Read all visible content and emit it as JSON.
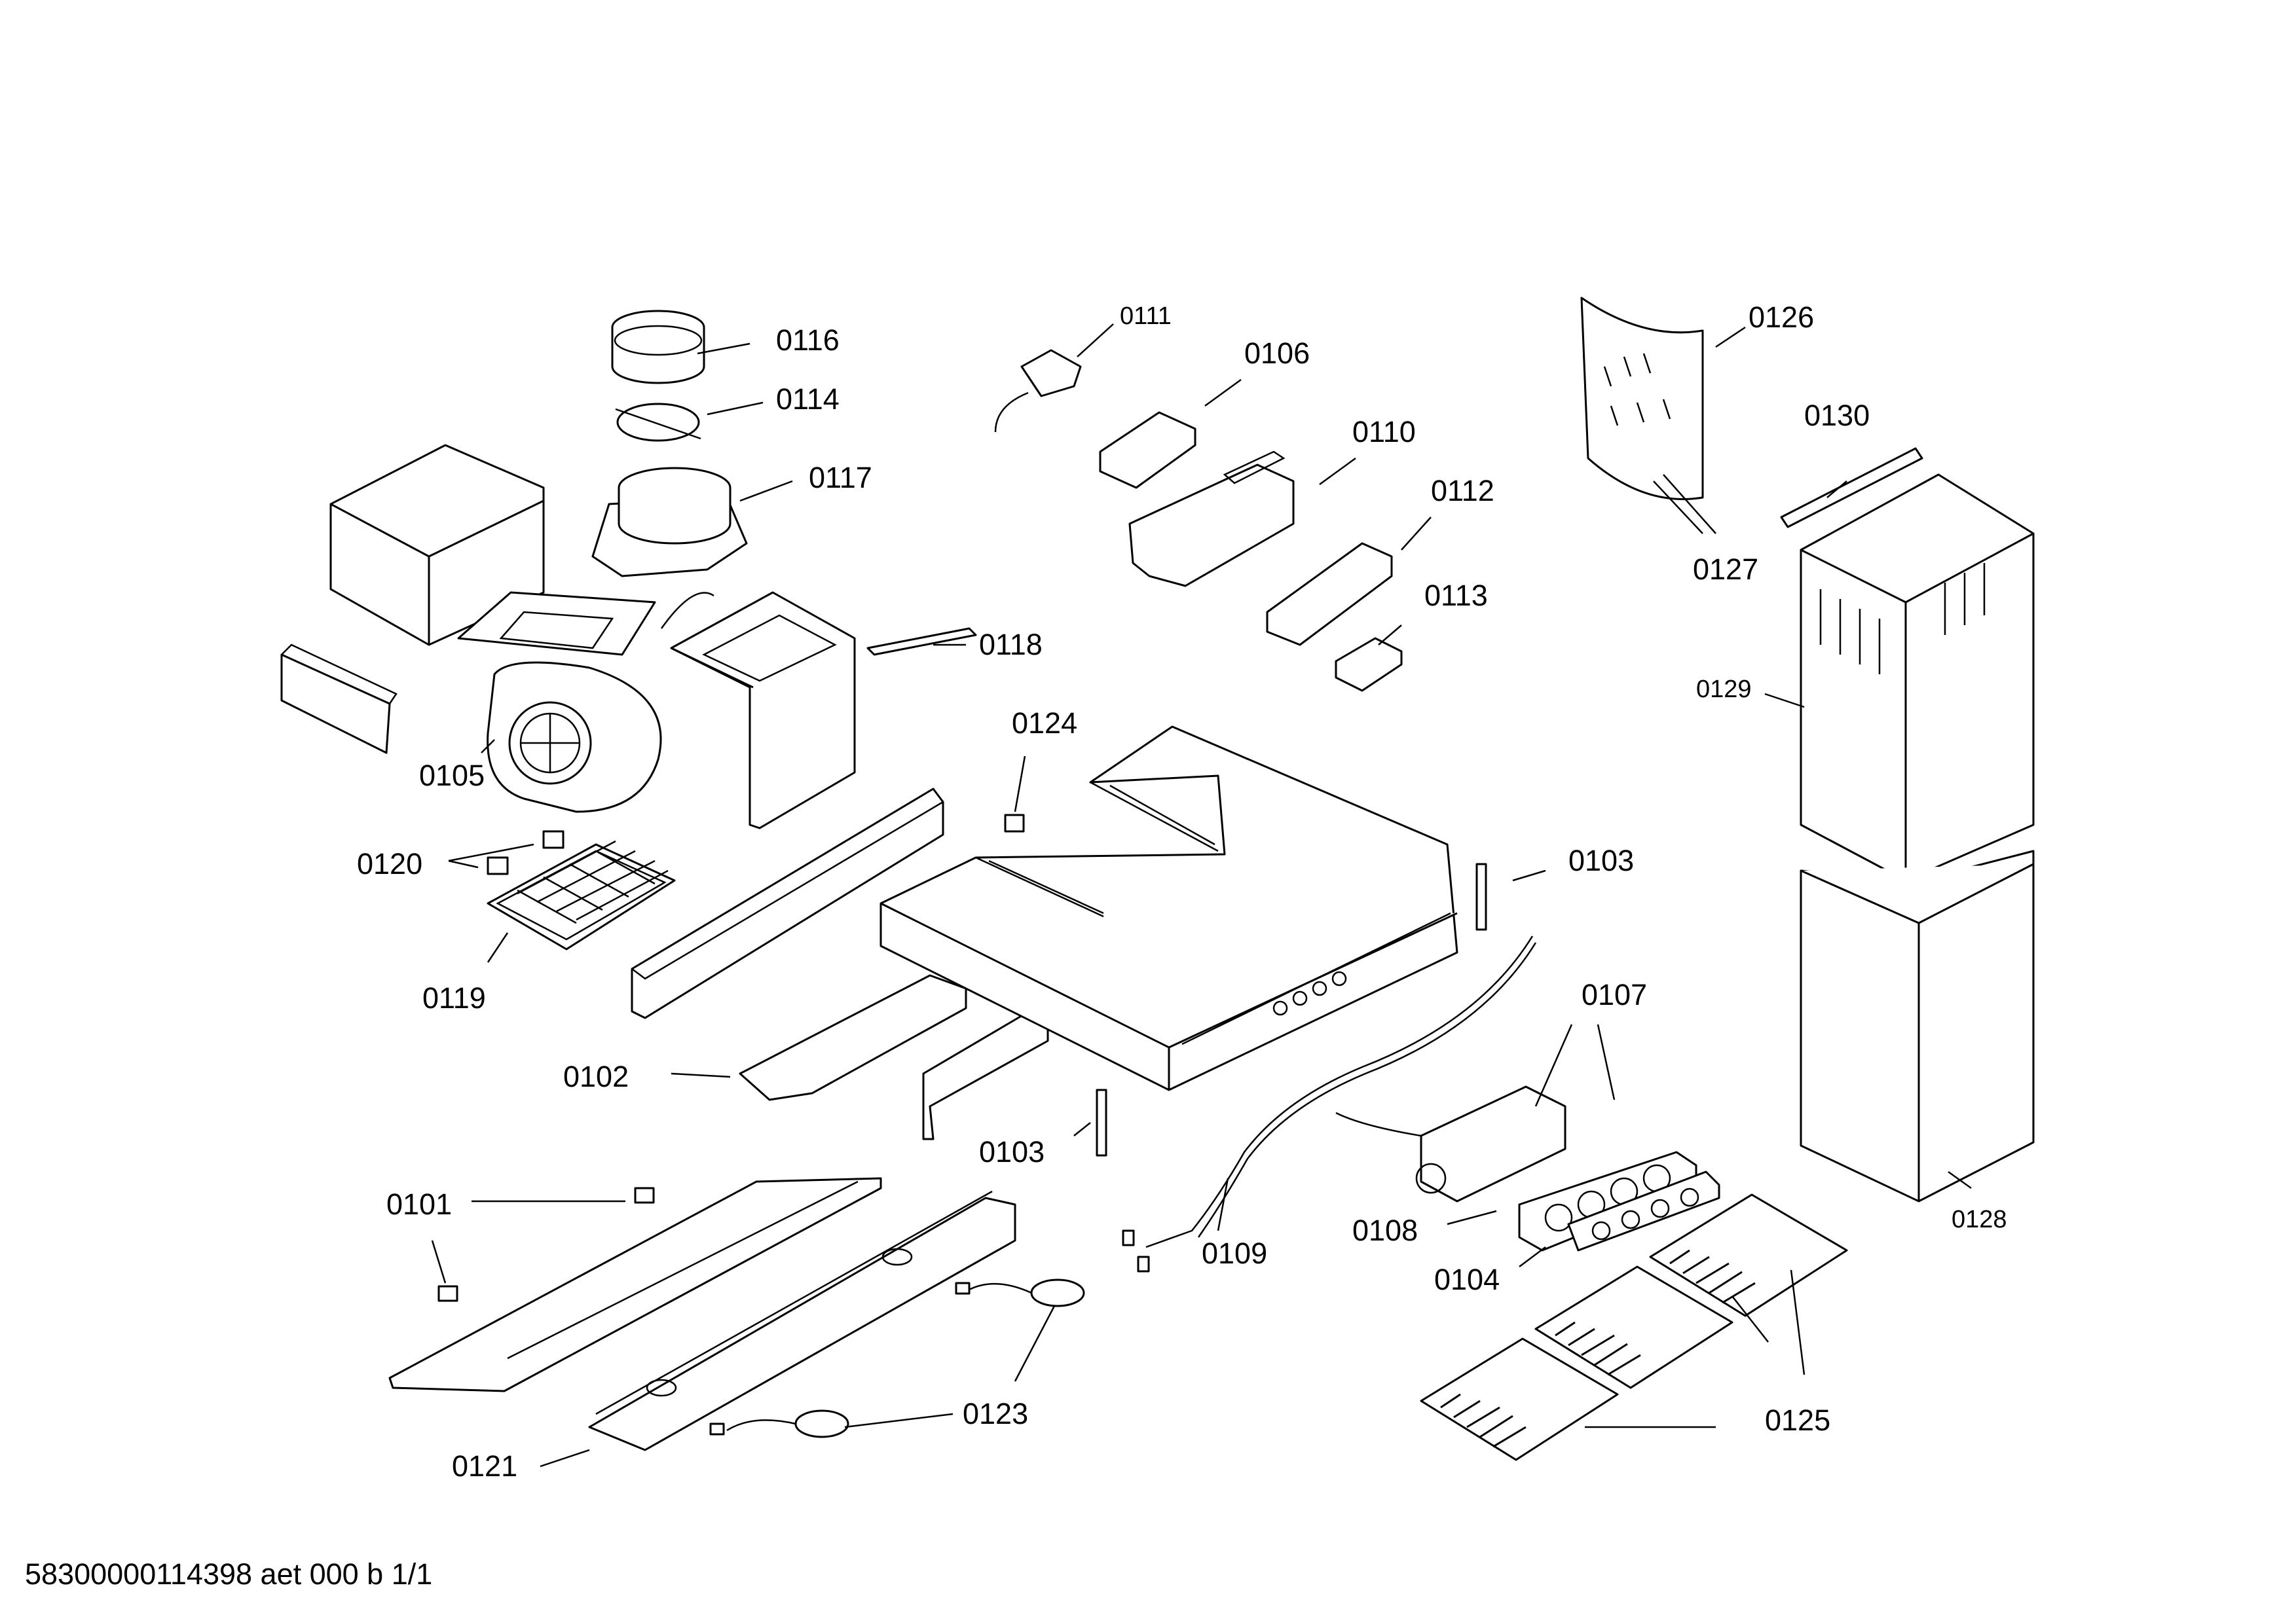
{
  "callouts": {
    "c0101": "0101",
    "c0102": "0102",
    "c0103a": "0103",
    "c0103b": "0103",
    "c0104": "0104",
    "c0105": "0105",
    "c0106": "0106",
    "c0107": "0107",
    "c0108": "0108",
    "c0109": "0109",
    "c0110": "0110",
    "c0111": "0111",
    "c0112": "0112",
    "c0113": "0113",
    "c0114": "0114",
    "c0116": "0116",
    "c0117": "0117",
    "c0118": "0118",
    "c0119": "0119",
    "c0120": "0120",
    "c0121": "0121",
    "c0123": "0123",
    "c0124": "0124",
    "c0125": "0125",
    "c0126": "0126",
    "c0127": "0127",
    "c0128": "0128",
    "c0129": "0129",
    "c0130": "0130"
  },
  "footer": {
    "doc_id": "58300000114398 aet 000 b 1/1"
  }
}
